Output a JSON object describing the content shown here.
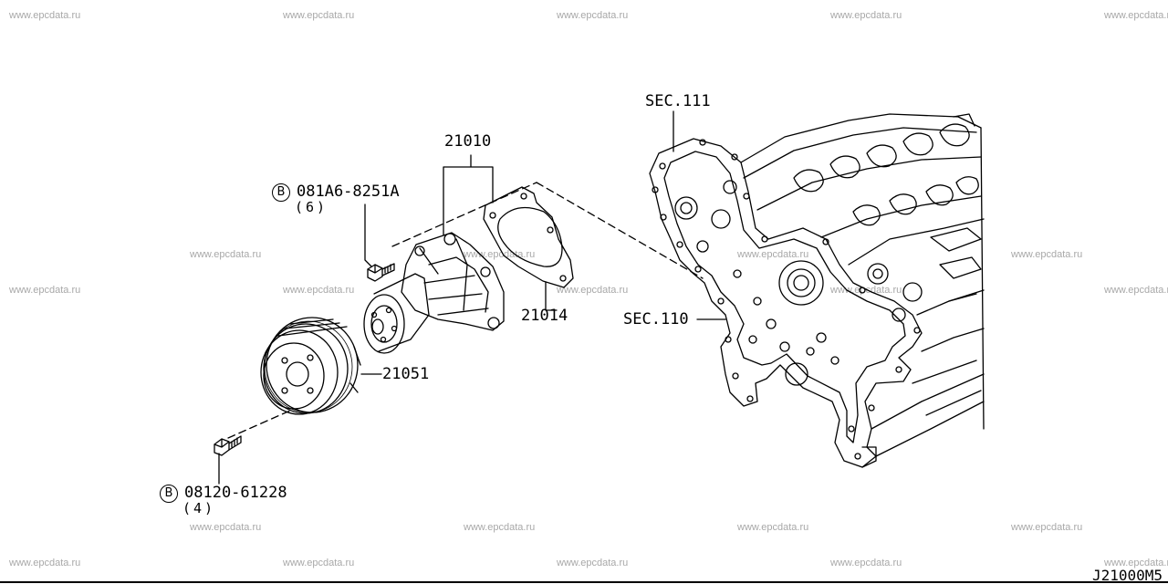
{
  "watermark": "www.epcdata.ru",
  "diagram_code": "J21000M5",
  "labels": {
    "sec111": "SEC.111",
    "sec110": "SEC.110",
    "part_pump": "21010",
    "part_gasket": "21014",
    "part_pulley": "21051"
  },
  "bolts": {
    "top": {
      "marker": "B",
      "part": "081A6-8251A",
      "qty": "(6)"
    },
    "bottom": {
      "marker": "B",
      "part": "08120-61228",
      "qty": "(4)"
    }
  }
}
